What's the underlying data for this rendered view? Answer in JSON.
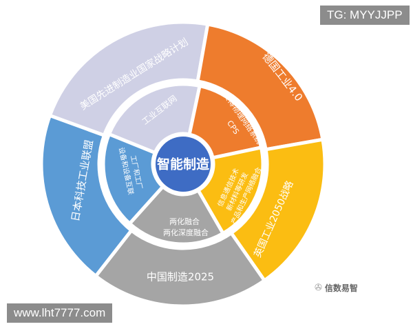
{
  "center": {
    "label": "智能制造",
    "color": "#3e6cc4"
  },
  "segments": [
    {
      "key": "usa",
      "color": "#cfd0e5",
      "outer": "美国先进制造业国家战略计划",
      "inner": [
        "工业互联网"
      ]
    },
    {
      "key": "germany",
      "color": "#ee7c2d",
      "outer": "德国工业4.0",
      "inner": [
        "赛博物理网络系统",
        "CPS"
      ]
    },
    {
      "key": "uk",
      "color": "#fbbd12",
      "outer": "英国工业2050战略",
      "inner": [
        "信息通信技术",
        "新材料等研发",
        "产品和生产网络融合"
      ]
    },
    {
      "key": "china",
      "color": "#a5a5a5",
      "outer": "中国制造2025",
      "inner": [
        "两化融合",
        "两化深度融合"
      ]
    },
    {
      "key": "japan",
      "color": "#5b9bd5",
      "outer": "日本科技工业联盟",
      "inner": [
        "工厂和工厂",
        "设备和设备互联"
      ]
    }
  ],
  "watermarks": {
    "top_right": "TG: MYYJJPP",
    "bottom_left": "www.lht7777.com",
    "brand": "信数易智",
    "brand_icon": "wechat-icon"
  }
}
